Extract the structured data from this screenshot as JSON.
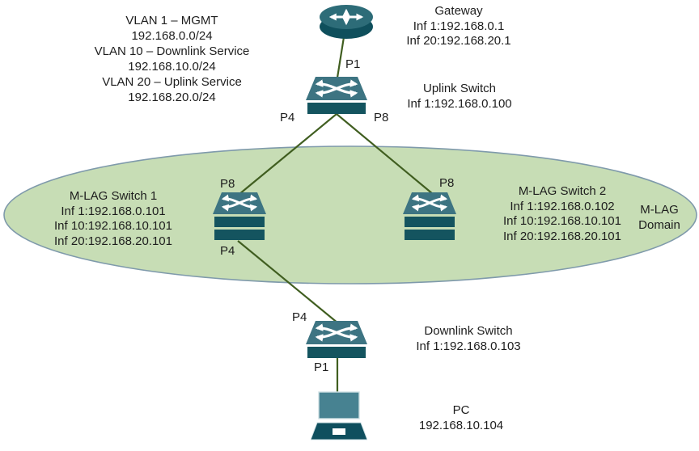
{
  "colors": {
    "switch_top_teal": "#3d7482",
    "switch_dark_teal": "#14545f",
    "router_top_teal": "#2d6c78",
    "router_side_teal": "#0f4f5c",
    "pc_screen_teal": "#478291",
    "pc_base_teal": "#0f4f5e",
    "link_line_green": "#405e20",
    "ellipse_fill_green": "#c7ddb5",
    "ellipse_stroke_gray_blue": "#7f9aab",
    "text_dark": "#1d1d1d"
  },
  "legend": {
    "lines": [
      "VLAN 1 – MGMT",
      "192.168.0.0/24",
      "VLAN 10 – Downlink Service",
      "192.168.10.0/24",
      "VLAN 20 – Uplink Service",
      "192.168.20.0/24"
    ]
  },
  "nodes": {
    "gateway": {
      "lines": [
        "Gateway",
        "Inf 1:192.168.0.1",
        "Inf 20:192.168.20.1"
      ]
    },
    "uplink_switch": {
      "lines": [
        "Uplink Switch",
        "Inf 1:192.168.0.100"
      ]
    },
    "mlag_switch1": {
      "lines": [
        "M-LAG Switch 1",
        "Inf 1:192.168.0.101",
        "Inf 10:192.168.10.101",
        "Inf 20:192.168.20.101"
      ]
    },
    "mlag_switch2": {
      "lines": [
        "M-LAG Switch 2",
        "Inf 1:192.168.0.102",
        "Inf 10:192.168.10.101",
        "Inf 20:192.168.20.101"
      ]
    },
    "downlink_switch": {
      "lines": [
        "Downlink Switch",
        "Inf 1:192.168.0.103"
      ]
    },
    "pc": {
      "lines": [
        "PC",
        "192.168.10.104"
      ]
    }
  },
  "domain": {
    "lines": [
      "M-LAG",
      "Domain"
    ]
  },
  "ports": {
    "gateway_uplink_p1": "P1",
    "uplink_left_p4": "P4",
    "uplink_right_p8": "P8",
    "mlag1_up_p8": "P8",
    "mlag1_down_p4": "P4",
    "mlag2_up_p8": "P8",
    "downlink_up_p4": "P4",
    "downlink_down_p1": "P1"
  }
}
